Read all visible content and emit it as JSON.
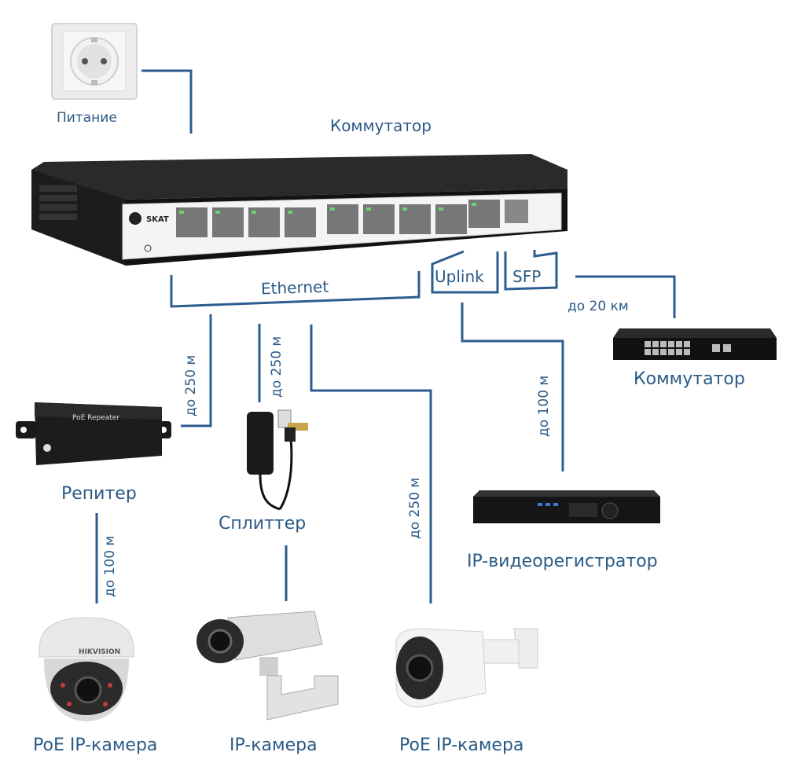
{
  "devices": {
    "power": "Питание",
    "switch_main": "Коммутатор",
    "switch_remote": "Коммутатор",
    "repeater": "Репитер",
    "splitter": "Сплиттер",
    "nvr": "IP-видеорегистратор",
    "cam_dome": "PoE IP-камера",
    "cam_box": "IP-камера",
    "cam_bullet": "PoE IP-камера"
  },
  "ports": {
    "ethernet": "Ethernet",
    "uplink": "Uplink",
    "sfp": "SFP"
  },
  "distances": {
    "to_repeater": "до 250 м",
    "to_splitter": "до 250 м",
    "to_bullet": "до 250 м",
    "to_nvr": "до 100 м",
    "to_remote_switch": "до 20 км",
    "repeater_to_dome": "до 100 м"
  },
  "branding": {
    "switch_brand": "SKAT",
    "repeater_title": "PoE Repeater",
    "camera_brand": "HIKVISION"
  },
  "colors": {
    "wire": "#2b5d8f",
    "label": "#2a5a86"
  }
}
